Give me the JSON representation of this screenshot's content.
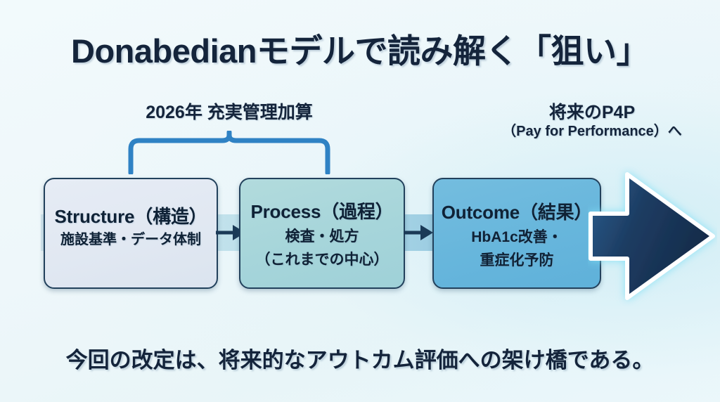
{
  "slide": {
    "title": "Donabedianモデルで読み解く「狙い」",
    "caption": "今回の改定は、将来的なアウトカム評価への架け橋である。",
    "background_color": "#eef7fa"
  },
  "brace": {
    "label": "2026年 充実管理加算",
    "color": "#2f82c4"
  },
  "future_label": {
    "line1": "将来のP4P",
    "line2": "（Pay for Performance）へ"
  },
  "flow": {
    "boxes": [
      {
        "id": "structure",
        "en": "Structure（構造）",
        "jp_lines": [
          "施設基準・データ体制"
        ],
        "fill": "#e1e8f2",
        "border": "#22415c"
      },
      {
        "id": "process",
        "en": "Process（過程）",
        "jp_lines": [
          "検査・処方",
          "（これまでの中心）"
        ],
        "fill": "#a6d5da",
        "border": "#22415c"
      },
      {
        "id": "outcome",
        "en": "Outcome（結果）",
        "jp_lines": [
          "HbA1c改善・",
          "重症化予防"
        ],
        "fill": "#67b6dc",
        "border": "#22415c"
      }
    ],
    "connector_icon": "arrow-right-icon",
    "big_arrow_icon": "big-arrow-right-icon",
    "big_arrow_color": "#1d3c62"
  }
}
